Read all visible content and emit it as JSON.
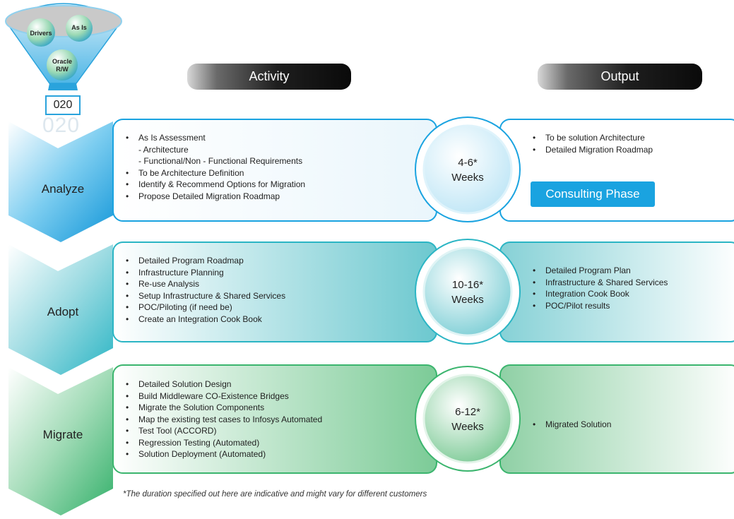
{
  "funnel": {
    "bubbles": [
      "Drivers",
      "As Is",
      "Oracle R/W"
    ],
    "code": "020",
    "code_watermark": "020"
  },
  "headers": {
    "activity": "Activity",
    "output": "Output"
  },
  "phases": [
    {
      "name": "Analyze",
      "color": "#1aa3e0",
      "activities": [
        {
          "text": "As Is Assessment",
          "bullet": true
        },
        {
          "text": "- Architecture",
          "bullet": false
        },
        {
          "text": "- Functional/Non - Functional Requirements",
          "bullet": false
        },
        {
          "text": "To be Architecture Definition",
          "bullet": true
        },
        {
          "text": "Identify & Recommend Options for Migration",
          "bullet": true
        },
        {
          "text": "Propose Detailed Migration Roadmap",
          "bullet": true
        }
      ],
      "duration": [
        "4-6*",
        "Weeks"
      ],
      "outputs": [
        "To be solution Architecture",
        "Detailed Migration Roadmap"
      ],
      "badge": "Consulting Phase"
    },
    {
      "name": "Adopt",
      "color": "#2bb5c4",
      "activities": [
        {
          "text": "Detailed Program Roadmap",
          "bullet": true
        },
        {
          "text": "Infrastructure Planning",
          "bullet": true
        },
        {
          "text": "Re-use Analysis",
          "bullet": true
        },
        {
          "text": "Setup Infrastructure & Shared Services",
          "bullet": true
        },
        {
          "text": "POC/Piloting (if need be)",
          "bullet": true
        },
        {
          "text": "Create an Integration Cook Book",
          "bullet": true
        }
      ],
      "duration": [
        "10-16*",
        "Weeks"
      ],
      "outputs": [
        "Detailed Program Plan",
        "Infrastructure & Shared Services",
        "Integration Cook Book",
        "POC/Pilot results"
      ]
    },
    {
      "name": "Migrate",
      "color": "#3bb56e",
      "activities": [
        {
          "text": "Detailed Solution Design",
          "bullet": true
        },
        {
          "text": "Build Middleware CO-Existence Bridges",
          "bullet": true
        },
        {
          "text": "Migrate the Solution Components",
          "bullet": true
        },
        {
          "text": "Map the existing test cases to Infosys Automated",
          "bullet": true
        },
        {
          "text": "Test Tool (ACCORD)",
          "bullet": true
        },
        {
          "text": "Regression Testing (Automated)",
          "bullet": true
        },
        {
          "text": "Solution Deployment (Automated)",
          "bullet": true
        }
      ],
      "duration": [
        "6-12*",
        "Weeks"
      ],
      "outputs": [
        "Migrated Solution"
      ]
    }
  ],
  "footnote": "*The duration specified out here are indicative and might vary for different customers"
}
